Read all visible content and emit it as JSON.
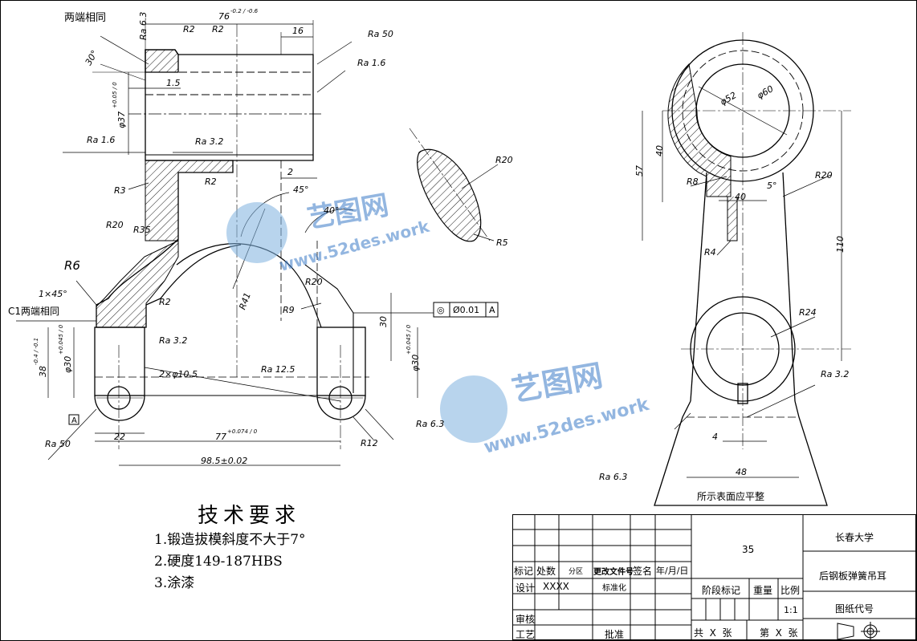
{
  "drawing": {
    "note_both_ends_same": "两端相同",
    "note_c1_both_ends_same": "C1两端相同",
    "surface_note": "所示表面应平整",
    "watermark": {
      "brand": "艺图网",
      "url": "www.52des.work"
    },
    "dimensions": {
      "roughness": [
        "Ra 6.3",
        "Ra 50",
        "Ra 1.6",
        "Ra 1.6",
        "Ra 3.2",
        "Ra 3.2",
        "Ra 12.5",
        "Ra 6.3",
        "Ra 50",
        "Ra 3.2",
        "Ra 6.3"
      ],
      "angle_30": "30°",
      "len_76": "76",
      "len_76_tol": "-0.2 / -0.6",
      "r2_a": "R2",
      "r2_b": "R2",
      "len_16": "16",
      "len_1_5": "1.5",
      "dia_37": "φ37",
      "dia_37_tol": "+0.05 / 0",
      "len_2": "2",
      "r3": "R3",
      "r2_c": "R2",
      "r20_a": "R20",
      "r35": "R35",
      "r6": "R6",
      "chamfer_1x45": "1×45°",
      "r2_d": "R2",
      "angle_45": "45°",
      "angle_40": "40°",
      "r20_b": "R20",
      "r41": "R41",
      "r9": "R9",
      "r20_c": "R20",
      "r5": "R5",
      "len_30": "30",
      "geo_tol_sym": "◎",
      "geo_tol_value": "Ø0.01",
      "geo_tol_datum": "A",
      "dia_30_left": "φ30",
      "dia_30_left_tol": "+0.045 / 0",
      "len_38": "38",
      "len_38_tol": "-0.4 / -0.1",
      "dia_30_right": "φ30",
      "dia_30_right_tol": "+0.045 / 0",
      "holes_2x10_5": "2×φ10.5",
      "datum_a": "A",
      "len_22": "22",
      "len_77": "77",
      "len_77_tol": "+0.074 / 0",
      "r12": "R12",
      "len_98_5": "98.5±0.02",
      "dia_52": "φ52",
      "dia_60": "φ60",
      "len_57": "57",
      "len_40_v": "40",
      "r8": "R8",
      "angle_5": "5°",
      "len_40_h": "40",
      "r20_side": "R20",
      "r4": "R4",
      "len_110": "110",
      "r24": "R24",
      "ra_3_2_side": "Ra 3.2",
      "len_4": "4",
      "len_48": "48",
      "ra_default": "Ra 6.3"
    }
  },
  "requirements": {
    "title": "技术要求",
    "items": [
      "1.锻造拔模斜度不大于7°",
      "2.硬度149-187HBS",
      "3.涂漆"
    ]
  },
  "title_block": {
    "col_mark": "标记",
    "col_count": "处数",
    "col_zone": "分区",
    "col_change_doc": "更改文件号",
    "col_sign": "签名",
    "col_date": "年/月/日",
    "designer_label": "设计",
    "designer_value": "XXXX",
    "standardize_label": "标准化",
    "review_label": "审核",
    "process_label": "工艺",
    "approve_label": "批准",
    "material": "35",
    "stage_label": "阶段标记",
    "weight_label": "重量",
    "scale_label": "比例",
    "scale_value": "1:1",
    "total_sheets": "共  X  张",
    "sheet_no": "第  X  张",
    "company": "长春大学",
    "part_name": "后钢板弹簧吊耳",
    "drawing_no_label": "图纸代号"
  }
}
